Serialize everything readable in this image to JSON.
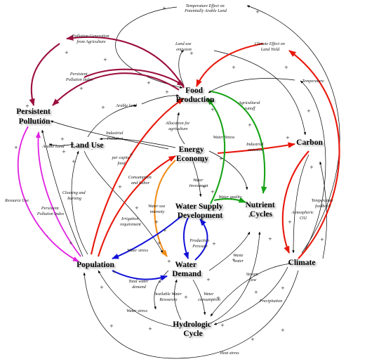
{
  "nodes": {
    "food_production": [
      "Food",
      "Production"
    ],
    "persistent_pollution": [
      "Persistent",
      "Pollution"
    ],
    "land_use": [
      "Land Use"
    ],
    "energy_economy": [
      "Energy",
      "Economy"
    ],
    "carbon": [
      "Carbon"
    ],
    "water_supply": [
      "Water Supply",
      "Development"
    ],
    "nutrient_cycles": [
      "Nutrient",
      "Cycles"
    ],
    "population": [
      "Population"
    ],
    "water_demand": [
      "Water",
      "Demand"
    ],
    "climate": [
      "Climate"
    ],
    "hydrologic_cycle": [
      "Hydrologic",
      "Cycle"
    ]
  },
  "edge_labels": {
    "temp_effect": [
      "Temperature Effect on",
      "Potentially Arable Land"
    ],
    "pollution_generation": [
      "Pollution Generation",
      "from Agriculture"
    ],
    "land_use_emission": [
      "Land use",
      "emission"
    ],
    "climate_effect": [
      "Climate Effect on",
      "Land Yield"
    ],
    "persistent_pollution_index_top": [
      "Persistent",
      "Pollution Index"
    ],
    "temperature": [
      "Temperature"
    ],
    "arable_land": [
      "Arable land"
    ],
    "agricultural_runoff": [
      "Agricultural",
      "runoff"
    ],
    "allocation": [
      "Allocation for",
      "agriculture"
    ],
    "industrial_pollution": [
      "Industrial",
      "Pollution"
    ],
    "arable_land_left": [
      "Arable Land"
    ],
    "water_stress_top": [
      "Water Stress"
    ],
    "industrial_emission": [
      "Industrial",
      "emission"
    ],
    "per_capita_food": [
      "per capita",
      "food"
    ],
    "consumption_labor": [
      "Consumption",
      "and Labor"
    ],
    "water_investment": [
      "Water",
      "Investment"
    ],
    "water_quality": [
      "Water quality"
    ],
    "clearing_burning": [
      "Clearing and",
      "burning"
    ],
    "temperature_feedback": [
      "Temperature",
      "feedback"
    ],
    "resource_use": [
      "Resource Use"
    ],
    "persistent_pollution_index_left": [
      "Persistent",
      "Pollution Index"
    ],
    "water_use_intensity": [
      "Water use",
      "intensity"
    ],
    "irrigation_requirement": [
      "Irrigation",
      "requirement"
    ],
    "atmospheric_co2": [
      "Atmospheric",
      "C02"
    ],
    "production_pressure": [
      "Production",
      "Pressure"
    ],
    "water_stress_mid": [
      "Water stress"
    ],
    "waste_water": [
      "Waste",
      "water"
    ],
    "total_water_demand": [
      "Total water",
      "demand"
    ],
    "stream_flow": [
      "Stream",
      "flow"
    ],
    "available_water": [
      "Available Water",
      "Resources"
    ],
    "water_consumption": [
      "Water",
      "consumption"
    ],
    "water_stress_bottom": [
      "Water stress"
    ],
    "precipitation": [
      "Precipitation"
    ],
    "heat_stress": [
      "Heat stress"
    ]
  },
  "link_colors": {
    "dark_red": "#9b0f3c",
    "red": "#e8170b",
    "green": "#17a317",
    "orange": "#f08a12",
    "blue": "#1010d8",
    "magenta": "#e01fe0",
    "black": "#000000"
  }
}
